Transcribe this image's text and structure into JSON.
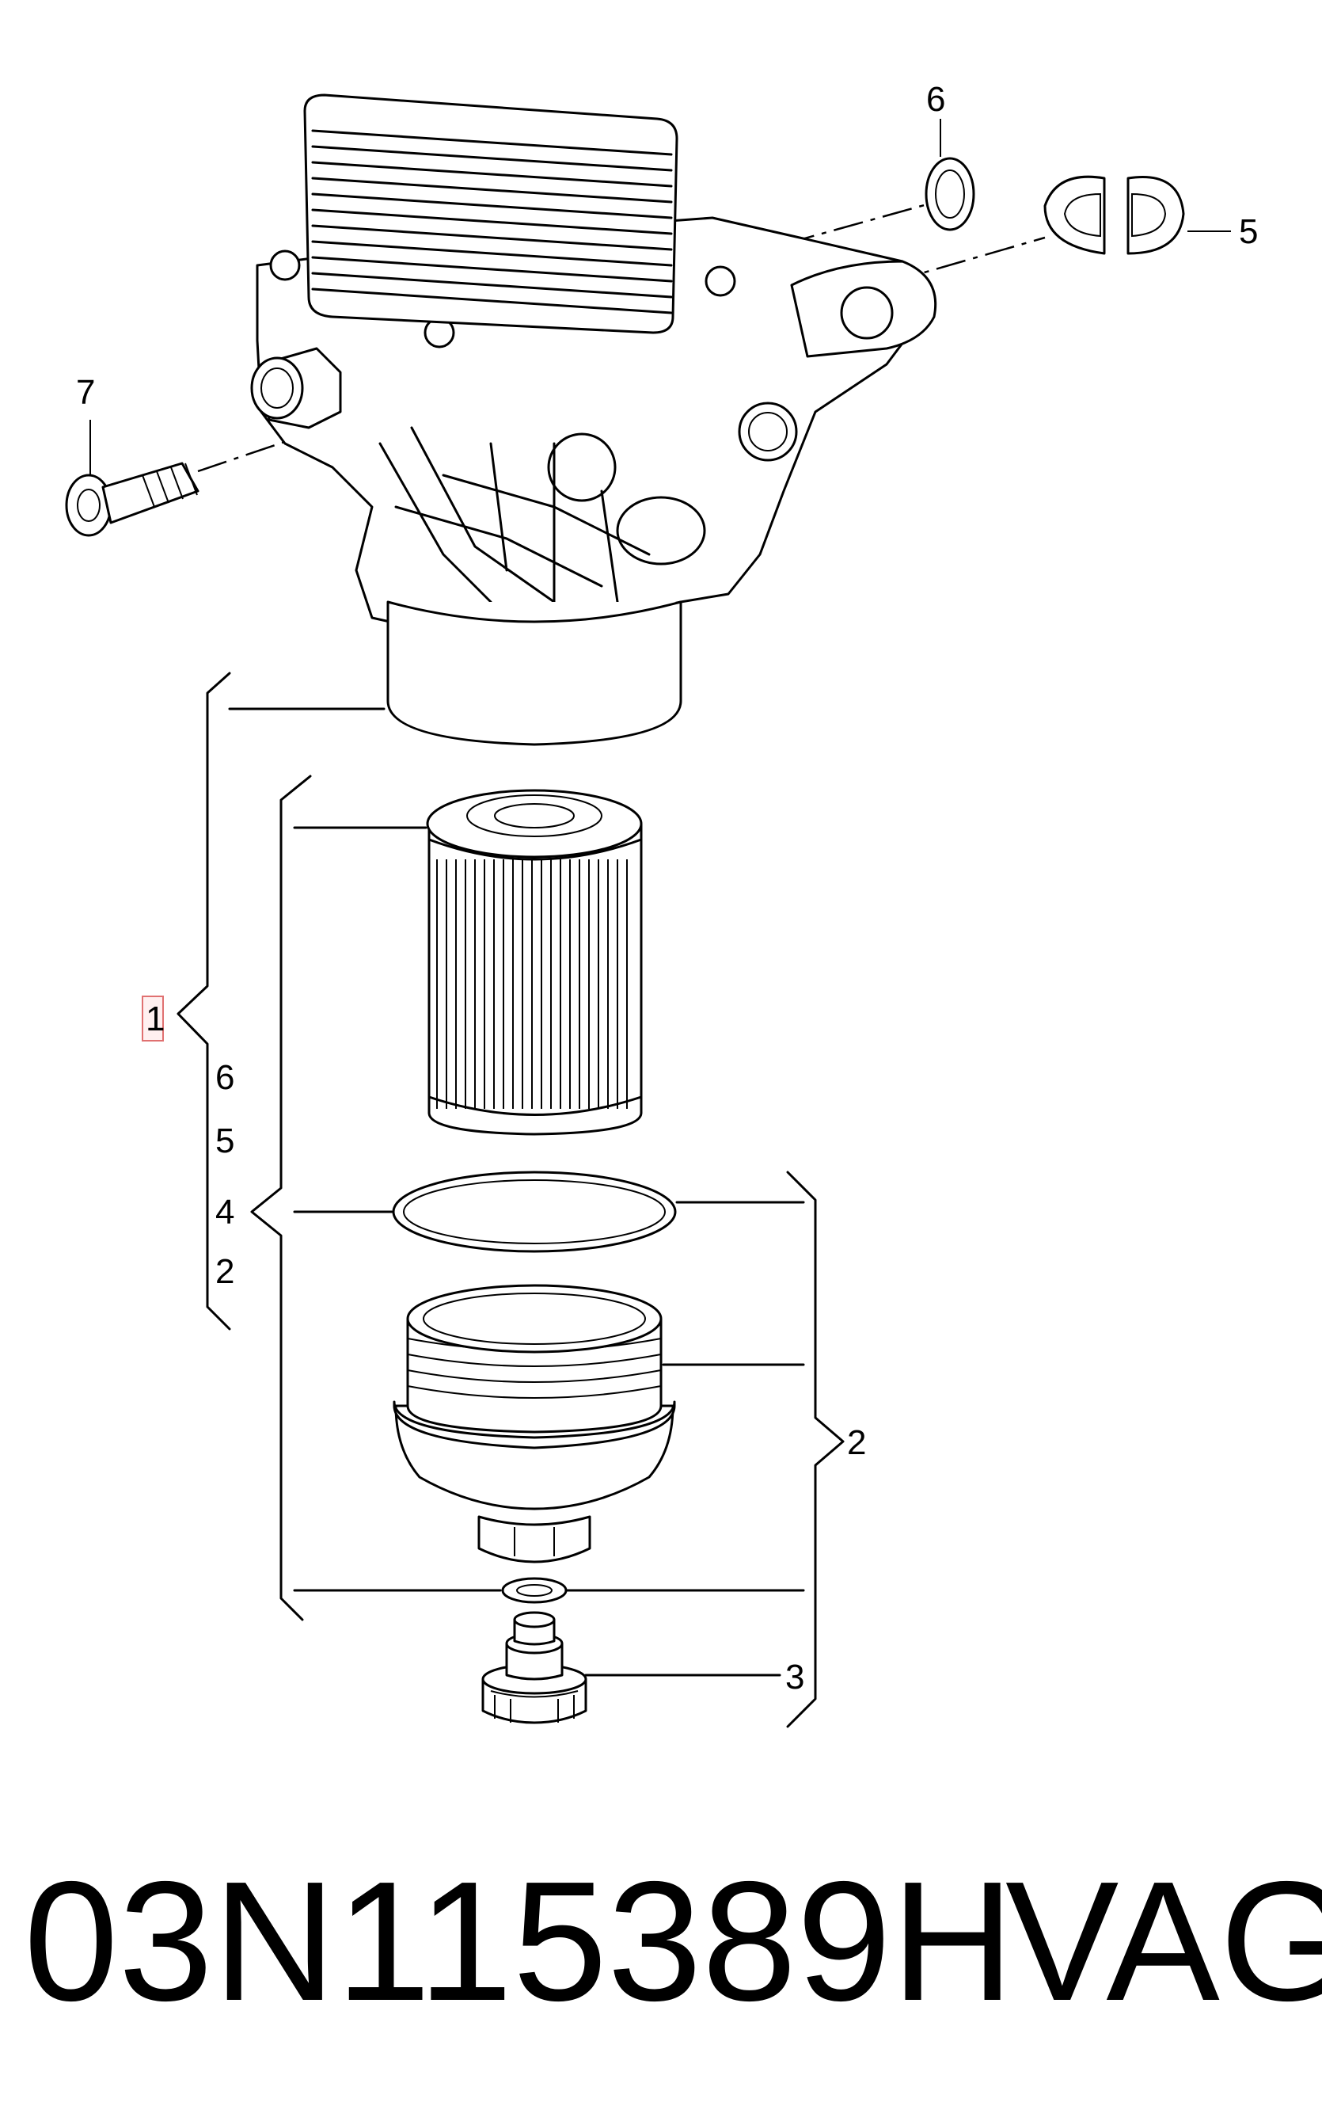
{
  "callouts": {
    "p1": "1",
    "p2": "2",
    "p3": "3",
    "p5": "5",
    "p6": "6",
    "p7": "7"
  },
  "kit_list": [
    "6",
    "5",
    "4",
    "2"
  ],
  "footer": {
    "part_number": "03N115389H",
    "brand": "VAG"
  }
}
